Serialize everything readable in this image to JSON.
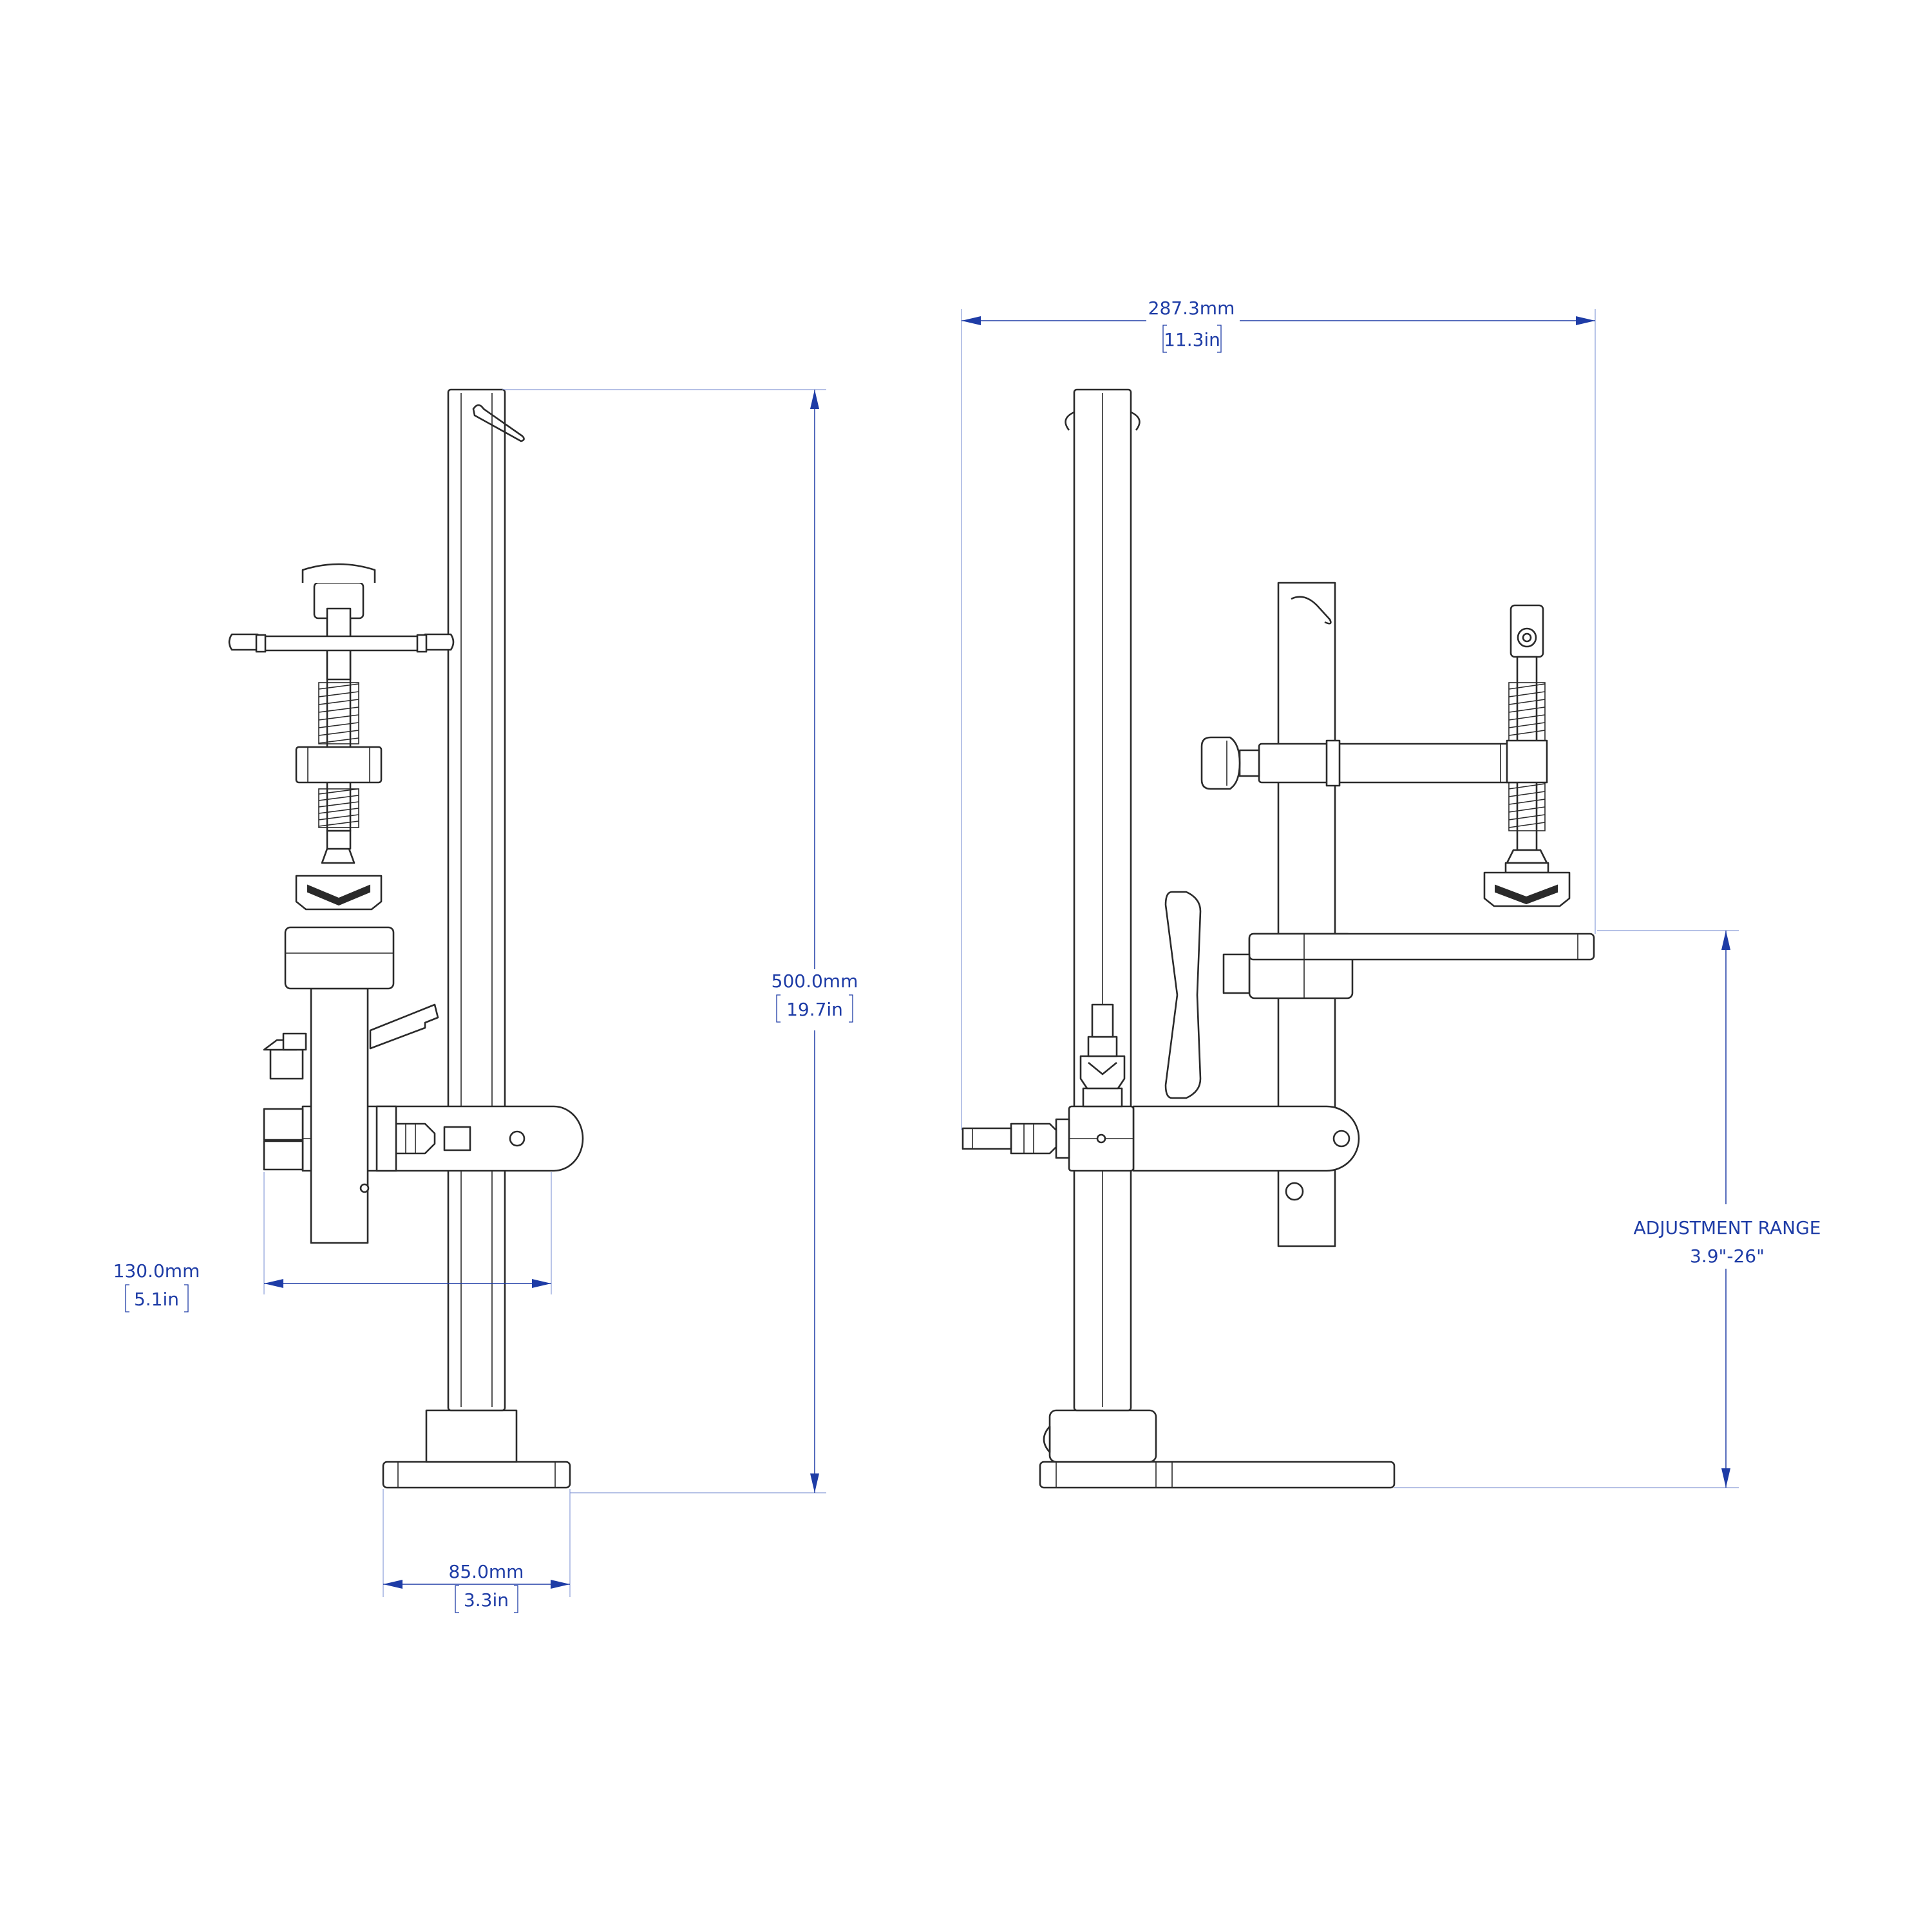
{
  "dimensions": {
    "overall_width": {
      "metric": "287.3mm",
      "imperial": "11.3in"
    },
    "height": {
      "metric": "500.0mm",
      "imperial": "19.7in"
    },
    "arm_depth": {
      "metric": "130.0mm",
      "imperial": "5.1in"
    },
    "base_width": {
      "metric": "85.0mm",
      "imperial": "3.3in"
    },
    "adjustment": {
      "label": "ADJUSTMENT RANGE",
      "range": "3.9\"-26\""
    }
  },
  "colors": {
    "dimension": "#1e3ca6",
    "outline": "#2a2a2a",
    "background": "#ffffff"
  }
}
